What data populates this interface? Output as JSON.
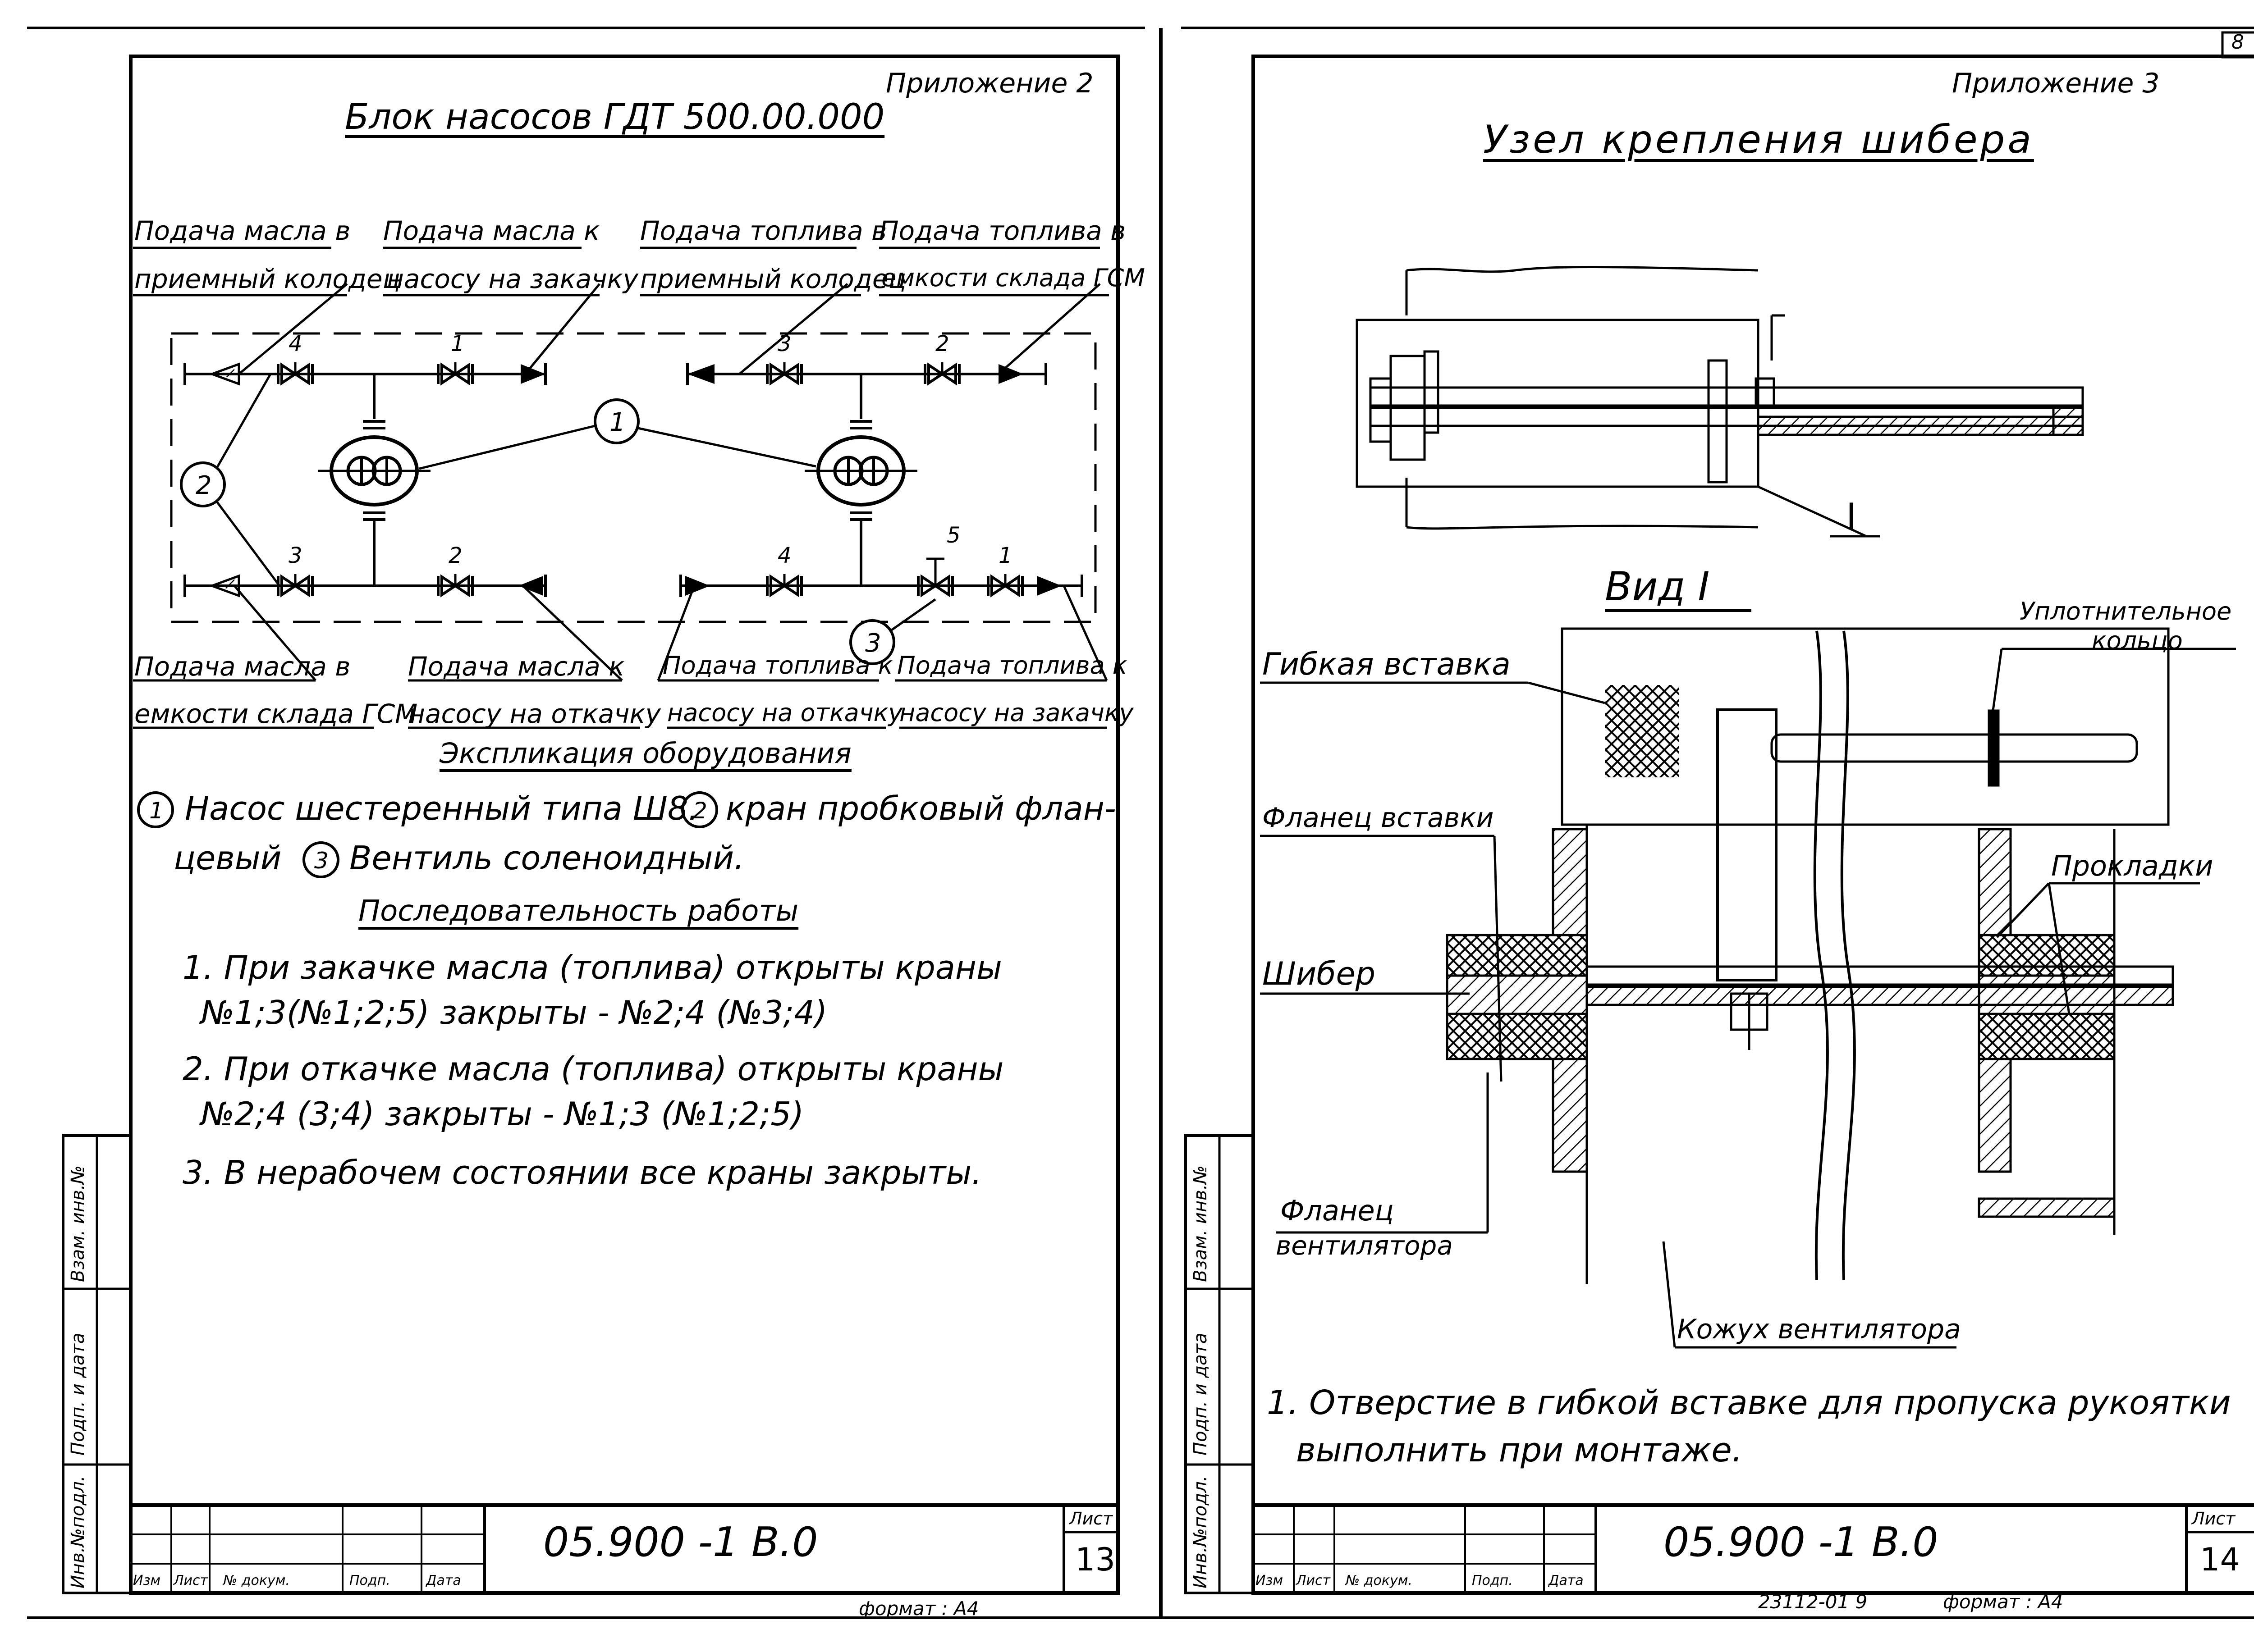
{
  "sheet_marker": "8",
  "left": {
    "appendix": "Приложение 2",
    "title": "Блок насосов ГДТ 500.00.000",
    "top_labels": [
      {
        "line1": "Подача масла в",
        "line2": "приемный колодец"
      },
      {
        "line1": "Подача масла к",
        "line2": "насосу на закачку"
      },
      {
        "line1": "Подача топлива в",
        "line2": "приемный колодец"
      },
      {
        "line1": "Подача топлива в",
        "line2": "емкости склада ГСМ"
      }
    ],
    "bottom_labels": [
      {
        "line1": "Подача масла в",
        "line2": "емкости склада ГСМ"
      },
      {
        "line1": "Подача масла к",
        "line2": "насосу на откачку"
      },
      {
        "line1": "Подача топлива к",
        "line2": "насосу на откачку"
      },
      {
        "line1": "Подача топлива к",
        "line2": "насосу на закачку"
      }
    ],
    "valve_numbers_top": [
      "4",
      "1",
      "3",
      "2"
    ],
    "valve_numbers_bottom": [
      "3",
      "2",
      "4",
      "5",
      "1"
    ],
    "callouts": [
      "1",
      "2",
      "3"
    ],
    "explication_title": "Экспликация оборудования",
    "explication": {
      "n1": "1",
      "t1": "Насос шестеренный типа Ш8.",
      "n2": "2",
      "t2": "кран пробковый флан-",
      "t2b": "цевый",
      "n3": "3",
      "t3": "Вентиль соленоидный."
    },
    "sequence_title": "Последовательность работы",
    "steps": [
      {
        "l1": "1.  При закачке масла (топлива) открыты краны",
        "l2": "№1;3(№1;2;5)  закрыты - №2;4 (№3;4)"
      },
      {
        "l1": "2.  При откачке масла (топлива) открыты краны",
        "l2": "№2;4 (3;4)   закрыты - №1;3 (№1;2;5)"
      },
      {
        "l1": "3.  В нерабочем состоянии все краны закрыты.",
        "l2": ""
      }
    ],
    "doc_code": "05.900 -1  В.0",
    "sheet_label": "Лист",
    "sheet_no": "13",
    "format": "формат : А4",
    "stamp_cols": [
      "Изм",
      "Лист",
      "№ докум.",
      "Подп.",
      "Дата"
    ],
    "side_cells": [
      "Инв.№подл.",
      "Подп. и дата",
      "Взам. инв.№"
    ]
  },
  "right": {
    "appendix": "Приложение 3",
    "title": "Узел крепления шибера",
    "section_mark": "I",
    "view_title": "Вид I",
    "labels": {
      "seal1": "Уплотнительное",
      "seal2": "кольцо",
      "flex": "Гибкая вставка",
      "flange_insert": "Фланец вставки",
      "gaskets": "Прокладки",
      "damper": "Шибер",
      "fan_flange1": "Фланец",
      "fan_flange2": "вентилятора",
      "casing": "Кожух вентилятора"
    },
    "note1": "1. Отверстие в гибкой вставке для пропуска рукоятки",
    "note2": "выполнить при монтаже.",
    "doc_code": "05.900 -1  В.0",
    "sheet_label": "Лист",
    "sheet_no": "14",
    "format": "формат : А4",
    "order_no": "23112-01   9",
    "stamp_cols": [
      "Изм",
      "Лист",
      "№ докум.",
      "Подп.",
      "Дата"
    ],
    "side_cells": [
      "Инв.№подл.",
      "Подп. и дата",
      "Взам. инв.№"
    ]
  }
}
